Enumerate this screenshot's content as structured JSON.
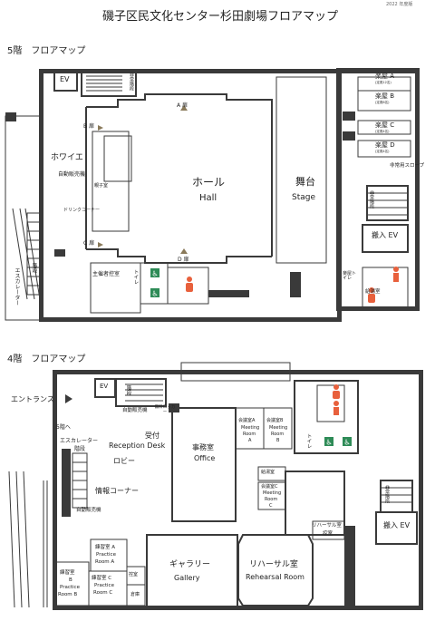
{
  "title": "磯子区民文化センター杉田劇場フロアマップ",
  "year_note": "2022 年度版",
  "floor5": {
    "heading": "5階　フロアマップ",
    "ev": "EV",
    "emergency_stairs": "非常階段",
    "door_a": "A 扉",
    "door_b": "B 扉",
    "door_c": "C 扉",
    "door_d": "D 扉",
    "foyer": "ホワイエ",
    "vending": "自動販売機",
    "family_room": "親子室",
    "drink_corner": "ドリンクコーナー",
    "hall_jp": "ホール",
    "hall_en": "Hall",
    "stage_jp": "舞台",
    "stage_en": "Stage",
    "gakuya_a": "楽屋 A",
    "gakuya_a_cap": "(定員12名)",
    "gakuya_b": "楽屋 B",
    "gakuya_b_cap": "(定員6名)",
    "gakuya_c": "楽屋 C",
    "gakuya_c_cap": "(定員4名)",
    "gakuya_d": "楽屋 D",
    "gakuya_d_cap": "(定員4名)",
    "emergency_slope": "非常用スロープ",
    "stairs_emergency_right": "非常階段",
    "freight_ev": "搬入 EV",
    "gakuya_toilet": "楽屋トイレ",
    "kyuto": "給湯室",
    "organizer_room": "主催者控室",
    "toilet": "トイレ",
    "escalator": "エスカレーター",
    "stairs": "階段"
  },
  "floor4": {
    "heading": "4階　フロアマップ",
    "entrance": "エントランス",
    "ev": "EV",
    "stairs": "階段",
    "to_5f": "5階へ",
    "escalator": "エスカレーター",
    "vending_top": "自動販売機",
    "free_locker": "無料ロッカー",
    "reception_jp": "受付",
    "reception_en": "Reception Desk",
    "lobby": "ロビー",
    "info_corner": "情報コーナー",
    "vending_left": "自動販売機",
    "office_jp": "事務室",
    "office_en": "Office",
    "meeting_a_jp": "会議室A",
    "meeting_a_en1": "Meeting",
    "meeting_a_en2": "Room",
    "meeting_a_letter": "A",
    "meeting_b_jp": "会議室B",
    "meeting_b_en1": "Meeting",
    "meeting_b_en2": "Room",
    "meeting_b_letter": "B",
    "toilet": "トイレ",
    "kyuto": "給湯室",
    "meeting_c_jp": "会議室C",
    "meeting_c_en1": "Meeting",
    "meeting_c_en2": "Room",
    "meeting_c_letter": "C",
    "rehearsal_ctrl1": "リハーサル室",
    "rehearsal_ctrl2": "控室",
    "freight_ev": "搬入 EV",
    "emergency_stairs": "非常階段",
    "practice_a_jp": "練習室 A",
    "practice_a_en1": "Practice",
    "practice_a_en2": "Room A",
    "practice_b_jp": "練習室",
    "practice_b_letter": "B",
    "practice_b_en1": "Practice",
    "practice_b_en2": "Room B",
    "practice_c_jp": "練習室 C",
    "practice_c_en1": "Practice",
    "practice_c_en2": "Room C",
    "hikae": "控室",
    "storage": "倉庫",
    "gallery_jp": "ギャラリー",
    "gallery_en": "Gallery",
    "rehearsal_jp": "リハーサル室",
    "rehearsal_en": "Rehearsal Room"
  },
  "colors": {
    "wall": "#3a3a3a",
    "accessible_icon": "#2e8b57",
    "female_icon": "#e8603c",
    "male_icon": "#e8603c"
  }
}
